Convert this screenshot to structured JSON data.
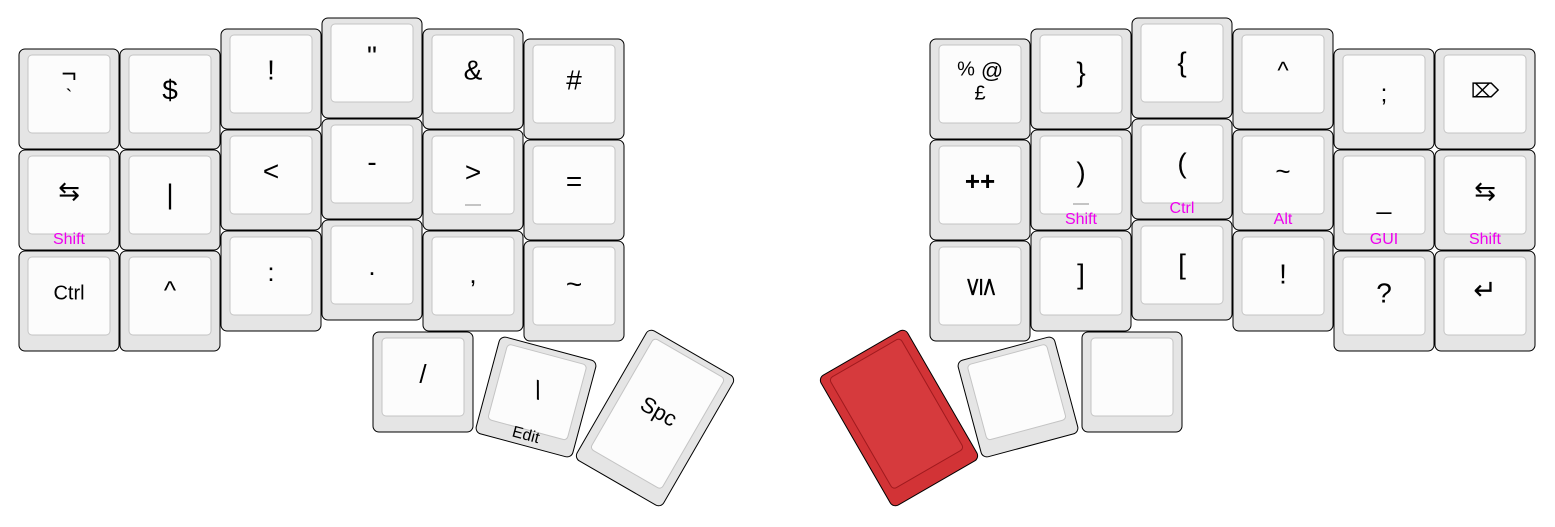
{
  "colors": {
    "hold_label": "#ee00ee",
    "accent_key": "#d23336",
    "key_face": "#fcfcfc",
    "key_edge": "#e5e5e5"
  },
  "left": {
    "row1": [
      "¬\n`",
      "$",
      "!",
      "\"",
      "&",
      "#"
    ],
    "row2": [
      "⇆",
      "|",
      "<",
      "-",
      ">",
      "="
    ],
    "row3": [
      "Ctrl",
      "^",
      ":",
      ".",
      ",",
      "~"
    ],
    "row2_hold": [
      "Shift",
      "",
      "",
      "",
      "",
      ""
    ],
    "thumbs": [
      "/",
      "\\",
      "Spc"
    ],
    "thumb_hold": [
      "",
      "Edit",
      ""
    ]
  },
  "right": {
    "row1": [
      "%@\n£",
      "}",
      "{",
      "^",
      ";",
      "⌦"
    ],
    "row2": [
      "++",
      ")",
      "(",
      "~",
      "_",
      "⇆"
    ],
    "row3": [
      "⋚",
      "]",
      "[",
      "!",
      "?",
      "↵"
    ],
    "row2_hold": [
      "",
      "Shift",
      "Ctrl",
      "Alt",
      "GUI",
      "Shift"
    ],
    "thumbs": [
      "",
      "",
      ""
    ]
  }
}
